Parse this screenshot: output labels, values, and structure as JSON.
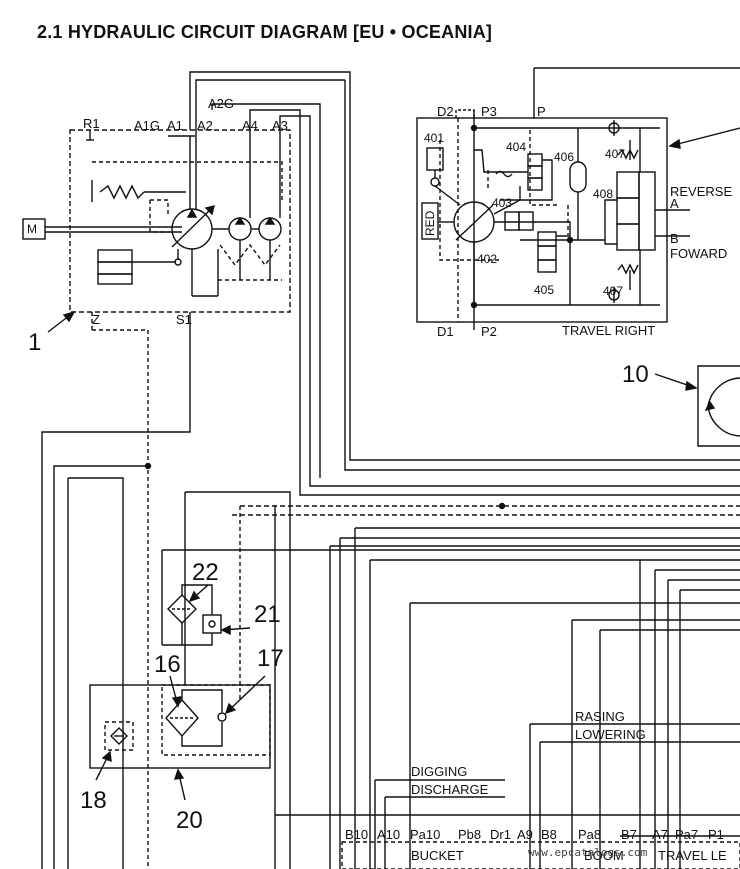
{
  "title": "2.1 HYDRAULIC CIRCUIT DIAGRAM [EU • OCEANIA]",
  "pump_unit": {
    "component_number": "1",
    "motor_label": "M",
    "ports": {
      "r1": "R1",
      "a1g": "A1G",
      "a1": "A1",
      "a2": "A2",
      "a2g": "A2G",
      "a4": "A4",
      "a3": "A3",
      "z": "Z",
      "s1": "S1"
    }
  },
  "travel_motor": {
    "ports": {
      "d2": "D2",
      "p3": "P3",
      "p": "P",
      "d1": "D1",
      "p2": "P2",
      "a": "A",
      "b": "B"
    },
    "part_numbers": {
      "p401": "401",
      "p402": "402",
      "p403": "403",
      "p404": "404",
      "p405": "405",
      "p406": "406",
      "p407a": "407",
      "p407b": "407",
      "p408": "408"
    },
    "red_label": "RED",
    "reverse_label": "REVERSE",
    "forward_label": "FOWARD",
    "name": "TRAVEL RIGHT"
  },
  "components": {
    "c10": "10",
    "c16": "16",
    "c17": "17",
    "c18": "18",
    "c20": "20",
    "c21": "21",
    "c22": "22"
  },
  "function_labels": {
    "rasing": "RASING",
    "lowering": "LOWERING",
    "digging": "DIGGING",
    "discharge": "DISCHARGE",
    "bucket": "BUCKET",
    "boom": "BOOM",
    "travel_left": "TRAVEL LE"
  },
  "valve_ports": [
    "B10",
    "A10",
    "Pa10",
    "Pb8",
    "Dr1",
    "A9",
    "B8",
    "Pa8",
    "B7",
    "A7",
    "Pa7",
    "P1"
  ],
  "watermark": "www.epcatalogs.com"
}
